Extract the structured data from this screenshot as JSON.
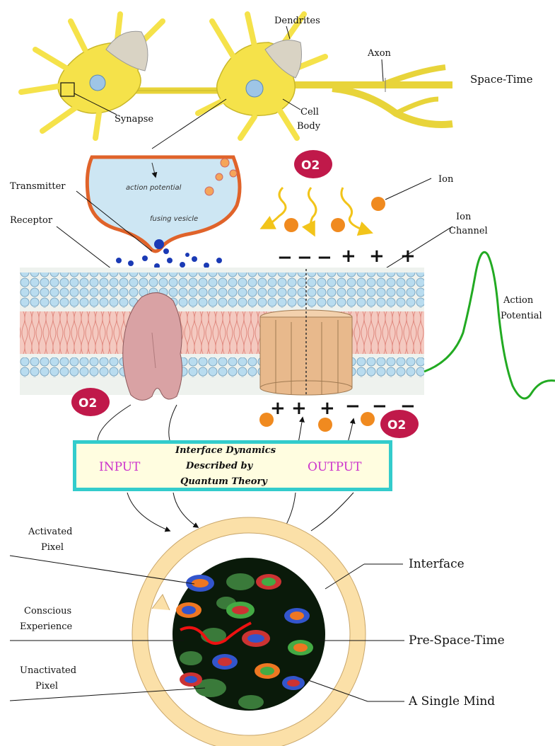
{
  "labels": {
    "dendrites": "Dendrites",
    "axon": "Axon",
    "space_time": "Space-Time",
    "synapse": "Synapse",
    "cell": "Cell",
    "body": "Body",
    "transmitter": "Transmitter",
    "receptor": "Receptor",
    "ion": "Ion",
    "ion_channel_1": "Ion",
    "ion_channel_2": "Channel",
    "action_potential_1": "Action",
    "action_potential_2": "Potential",
    "action_potential_inner": "action potential",
    "fusing_vesicle": "fusing vesicle",
    "activated_1": "Activated",
    "activated_2": "Pixel",
    "conscious_1": "Conscious",
    "conscious_2": "Experience",
    "unactivated_1": "Unactivated",
    "unactivated_2": "Pixel",
    "interface": "Interface",
    "pre_space_time": "Pre-Space-Time",
    "single_mind": "A Single Mind"
  },
  "o2": "O2",
  "top_charges": [
    "−",
    "−",
    "−",
    "+",
    "+",
    "+"
  ],
  "bottom_charges": [
    "+",
    "+",
    "+",
    "−",
    "−",
    "−"
  ],
  "interface_box": {
    "input": "INPUT",
    "output": "OUTPUT",
    "line1": "Interface Dynamics",
    "line2": "Described by",
    "line3": "Quantum Theory"
  },
  "colors": {
    "neuron": "#f5e24a",
    "membrane_head": "#b9dcef",
    "membrane_tail": "#f4c9c0",
    "receptor": "#d9a2a4",
    "channel": "#e8b98c",
    "ion": "#f08a1f",
    "o2": "#c0194a",
    "box_border": "#33cccc",
    "box_fill": "#fffde0",
    "action_potential": "#22aa22",
    "ring": "#fbe0a8",
    "mind": "#0a1a0a",
    "conscious_path": "#ee1111"
  }
}
